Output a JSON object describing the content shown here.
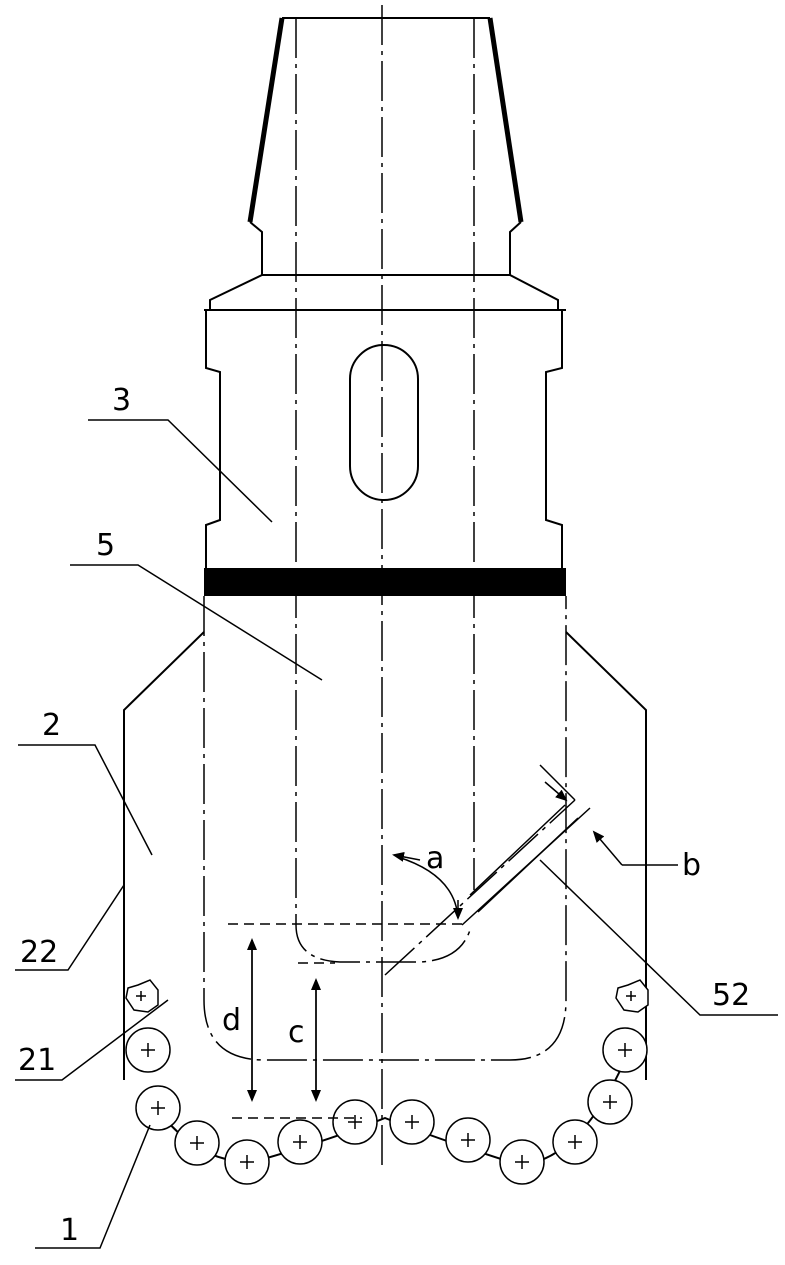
{
  "labels": {
    "l1": "1",
    "l2": "2",
    "l3": "3",
    "l5": "5",
    "l21": "21",
    "l22": "22",
    "l52": "52",
    "a": "a",
    "b": "b",
    "c": "c",
    "d": "d"
  }
}
